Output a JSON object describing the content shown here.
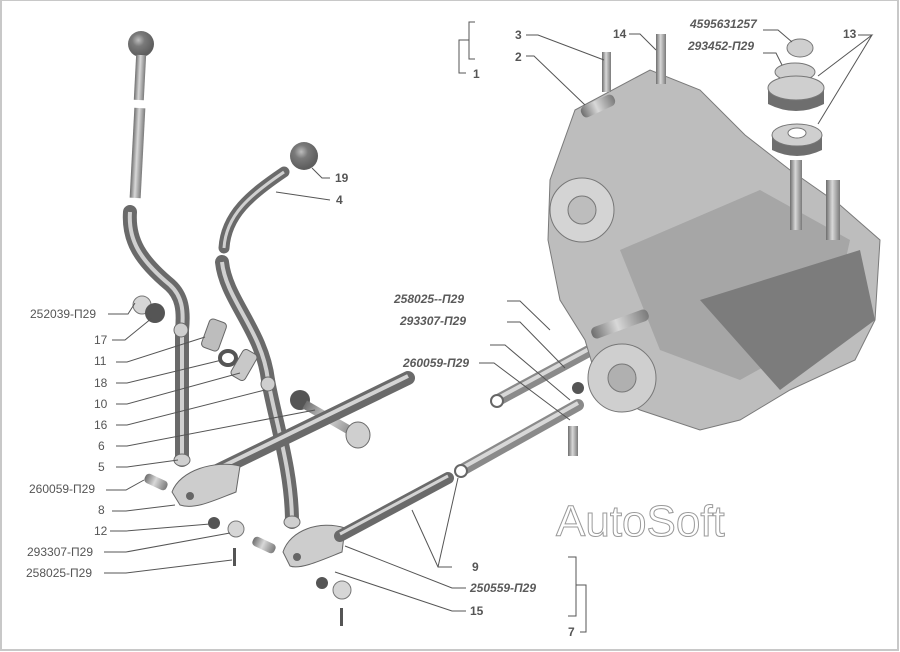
{
  "diagram": {
    "type": "exploded-parts-view",
    "subject": "gearshift lever and transfer case linkage",
    "watermark": "AutoSoft",
    "colors": {
      "line": "#555555",
      "part_dark": "#6b6b6b",
      "part_light": "#cfcfcf",
      "part_mid": "#a8a8a8",
      "background": "#ffffff"
    }
  },
  "callouts": {
    "c1": "1",
    "c2": "2",
    "c3": "3",
    "c14": "14",
    "c4595631257": "4595631257",
    "c293452": "293452-П29",
    "c13": "13",
    "c19": "19",
    "c4": "4",
    "c252039": "252039-П29",
    "c17": "17",
    "c11": "11",
    "c18": "18",
    "c10": "10",
    "c16": "16",
    "c6": "6",
    "c5": "5",
    "c260059_left": "260059-П29",
    "c8": "8",
    "c12": "12",
    "c293307_left": "293307-П29",
    "c258025_left": "258025-П29",
    "c258025_right": "258025--П29",
    "c293307_right": "293307-П29",
    "c260059_right": "260059-П29",
    "c9": "9",
    "c250559": "250559-П29",
    "c15": "15",
    "c7": "7"
  }
}
